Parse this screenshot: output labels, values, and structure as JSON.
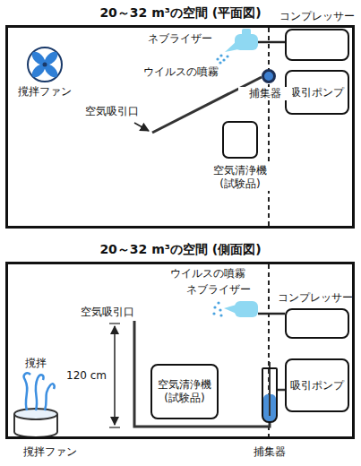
{
  "diagram": {
    "nodes": [
      {
        "text": [
          "20～32 m³の空間 (平面図)"
        ]
      },
      {
        "text": [
          "コンプレッサー"
        ],
        "in": 0
      },
      {
        "text": [
          "吸引ポンプ"
        ],
        "in": 0
      },
      {
        "text": [
          "空気清浄機 (試験品)"
        ],
        "in": 0
      },
      {
        "text": [
          "捕集器"
        ],
        "in": 0
      },
      {
        "text": [
          "20～32 m³の空間 (側面図)"
        ]
      },
      {
        "text": [
          "コンプレッサー"
        ],
        "in": 5
      },
      {
        "text": [
          "空気清浄機 (試験品)"
        ],
        "in": 5
      },
      {
        "text": [
          "捕集器"
        ],
        "in": 5
      },
      {
        "text": [
          "吸引ポンプ"
        ],
        "in": 5
      }
    ],
    "edges": [
      {
        "from": 8,
        "to": 9,
        "arrow": "none"
      }
    ],
    "labels": [
      "ネブライザー",
      "ウイルスの噴霧",
      "撹拌ファン",
      "空気吸引口",
      "ウイルスの噴霧",
      "ネブライザー",
      "空気吸引口",
      "120 cm",
      "撹拌",
      "撹拌ファン"
    ]
  }
}
